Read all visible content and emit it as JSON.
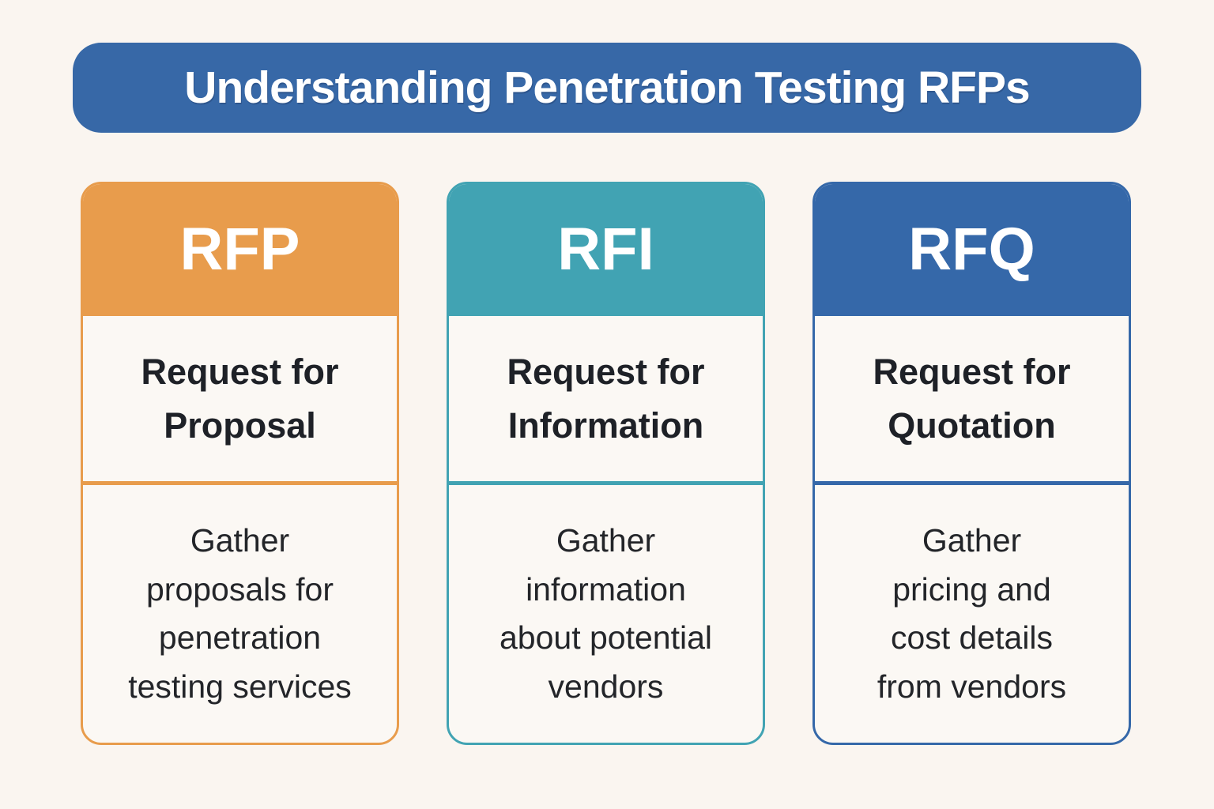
{
  "page": {
    "background": "#FAF5F0",
    "card_body_background": "#FBF8F4"
  },
  "banner": {
    "title": "Understanding Penetration Testing RFPs",
    "color": "#3768A7",
    "text_color": "#FFFFFF"
  },
  "cards": [
    {
      "abbr": "RFP",
      "subtitle": "Request for\nProposal",
      "description": "Gather\nproposals for\npenetration\ntesting services",
      "accent": "#E89C4C"
    },
    {
      "abbr": "RFI",
      "subtitle": "Request for\nInformation",
      "description": "Gather\ninformation\nabout potential\nvendors",
      "accent": "#41A3B3"
    },
    {
      "abbr": "RFQ",
      "subtitle": "Request for\nQuotation",
      "description": "Gather\npricing and\ncost details\nfrom vendors",
      "accent": "#3568A9"
    }
  ]
}
